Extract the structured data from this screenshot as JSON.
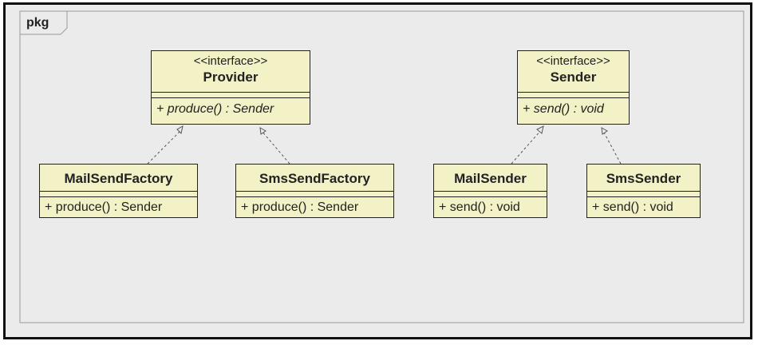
{
  "package": {
    "label": "pkg"
  },
  "classes": {
    "provider": {
      "stereotype": "<<interface>>",
      "name": "Provider",
      "operation": "+ produce() : Sender"
    },
    "sender_iface": {
      "stereotype": "<<interface>>",
      "name": "Sender",
      "operation": "+ send() : void"
    },
    "mail_send_factory": {
      "name": "MailSendFactory",
      "operation": "+ produce() : Sender"
    },
    "sms_send_factory": {
      "name": "SmsSendFactory",
      "operation": "+ produce() : Sender"
    },
    "mail_sender": {
      "name": "MailSender",
      "operation": "+ send() : void"
    },
    "sms_sender": {
      "name": "SmsSender",
      "operation": "+ send() : void"
    }
  },
  "relations": [
    {
      "from": "MailSendFactory",
      "to": "Provider",
      "type": "realization"
    },
    {
      "from": "SmsSendFactory",
      "to": "Provider",
      "type": "realization"
    },
    {
      "from": "MailSender",
      "to": "Sender",
      "type": "realization"
    },
    {
      "from": "SmsSender",
      "to": "Sender",
      "type": "realization"
    }
  ],
  "colors": {
    "class_fill": "#f3f1c6",
    "background": "#ebebeb",
    "border": "#222222"
  }
}
